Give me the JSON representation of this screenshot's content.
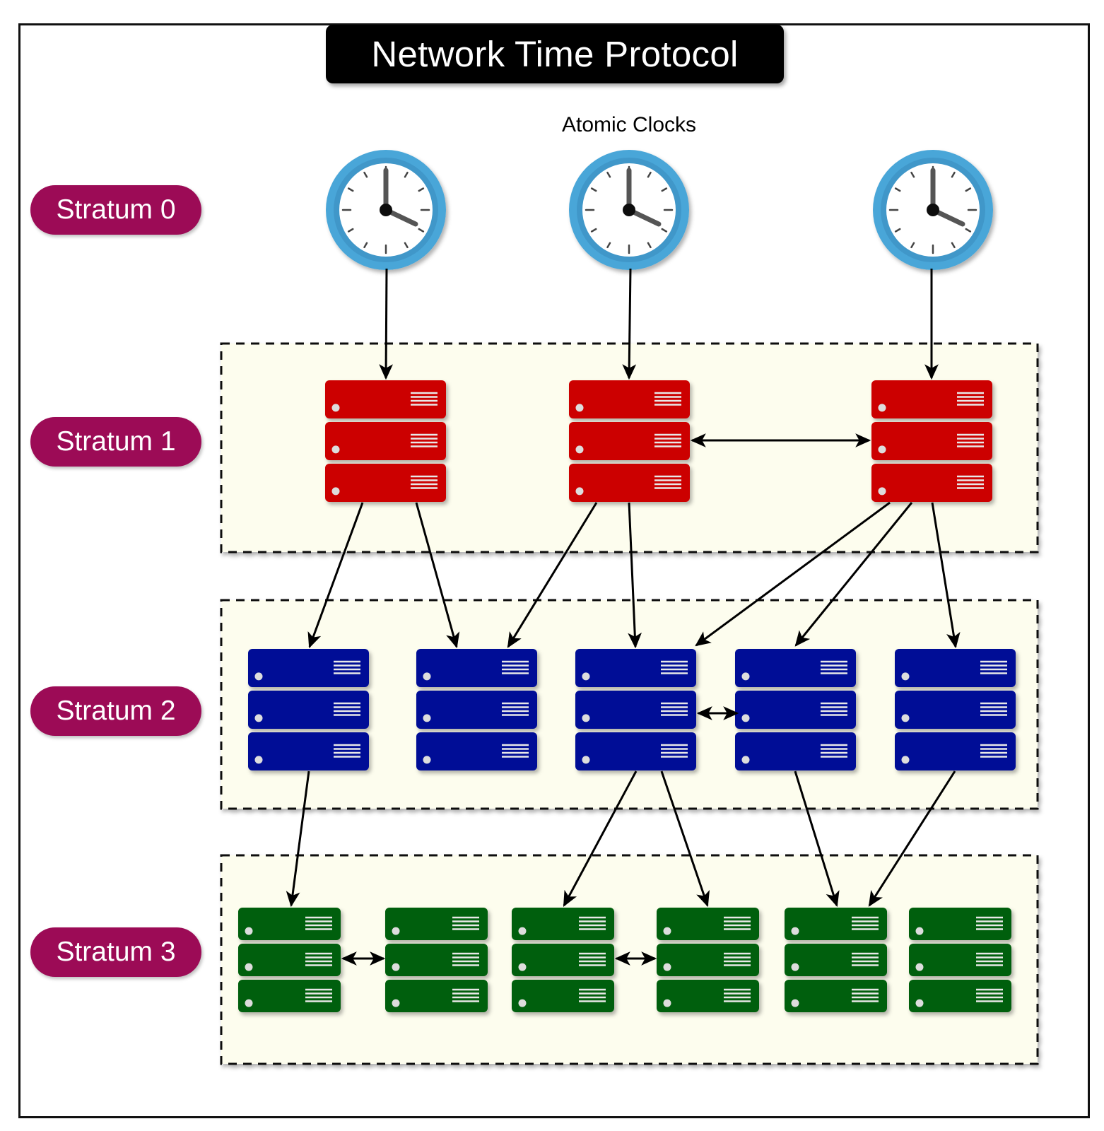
{
  "title": "Network Time Protocol",
  "clocks_label": "Atomic Clocks",
  "strata": [
    "Stratum 0",
    "Stratum 1",
    "Stratum 2",
    "Stratum 3"
  ],
  "colors": {
    "stratum_label": "#9c0b56",
    "stratum1_server": "#cc0000",
    "stratum2_server": "#000e96",
    "stratum3_server": "#005f08",
    "layer_background": "#fdfdee",
    "clock_ring": "#4aa6d8"
  },
  "icons": {
    "clock": "clock-icon",
    "server": "server-stack-icon"
  }
}
